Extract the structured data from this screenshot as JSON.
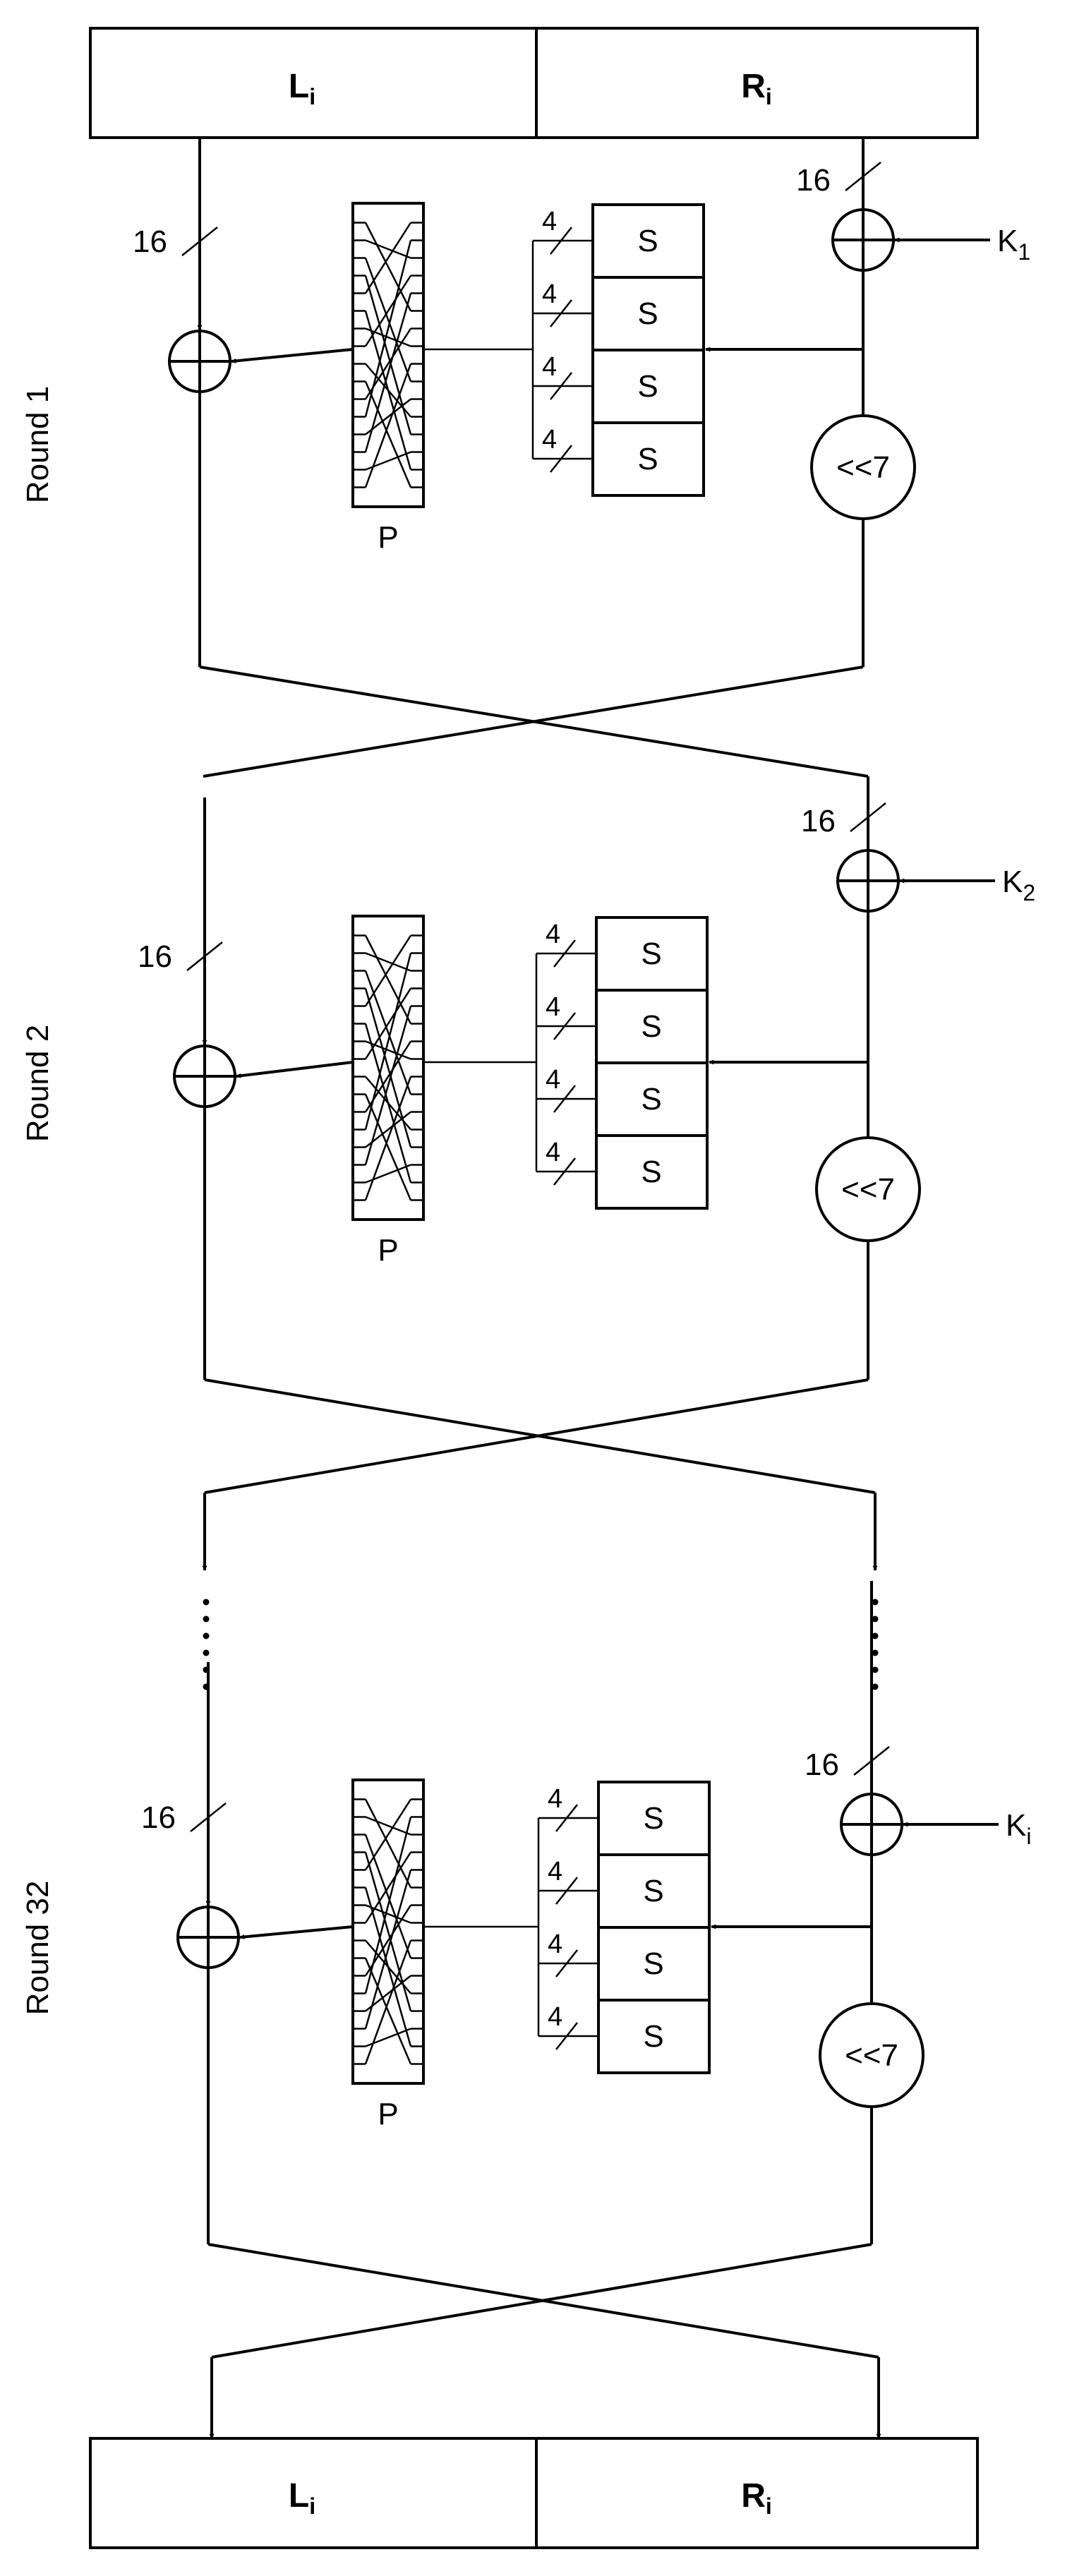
{
  "input": {
    "left": "L",
    "left_sub": "i",
    "right": "R",
    "right_sub": "i"
  },
  "output": {
    "left": "L",
    "left_sub": "i",
    "right": "R",
    "right_sub": "i"
  },
  "rounds": [
    {
      "label": "Round 1",
      "key": "K",
      "key_sub": "1"
    },
    {
      "label": "Round 2",
      "key": "K",
      "key_sub": "2"
    },
    {
      "label": "Round 32",
      "key": "K",
      "key_sub": "i"
    }
  ],
  "bus_width": "16",
  "sbox_width": "4",
  "sbox_label": "S",
  "permutation_label": "P",
  "rotate_label": "<<7"
}
